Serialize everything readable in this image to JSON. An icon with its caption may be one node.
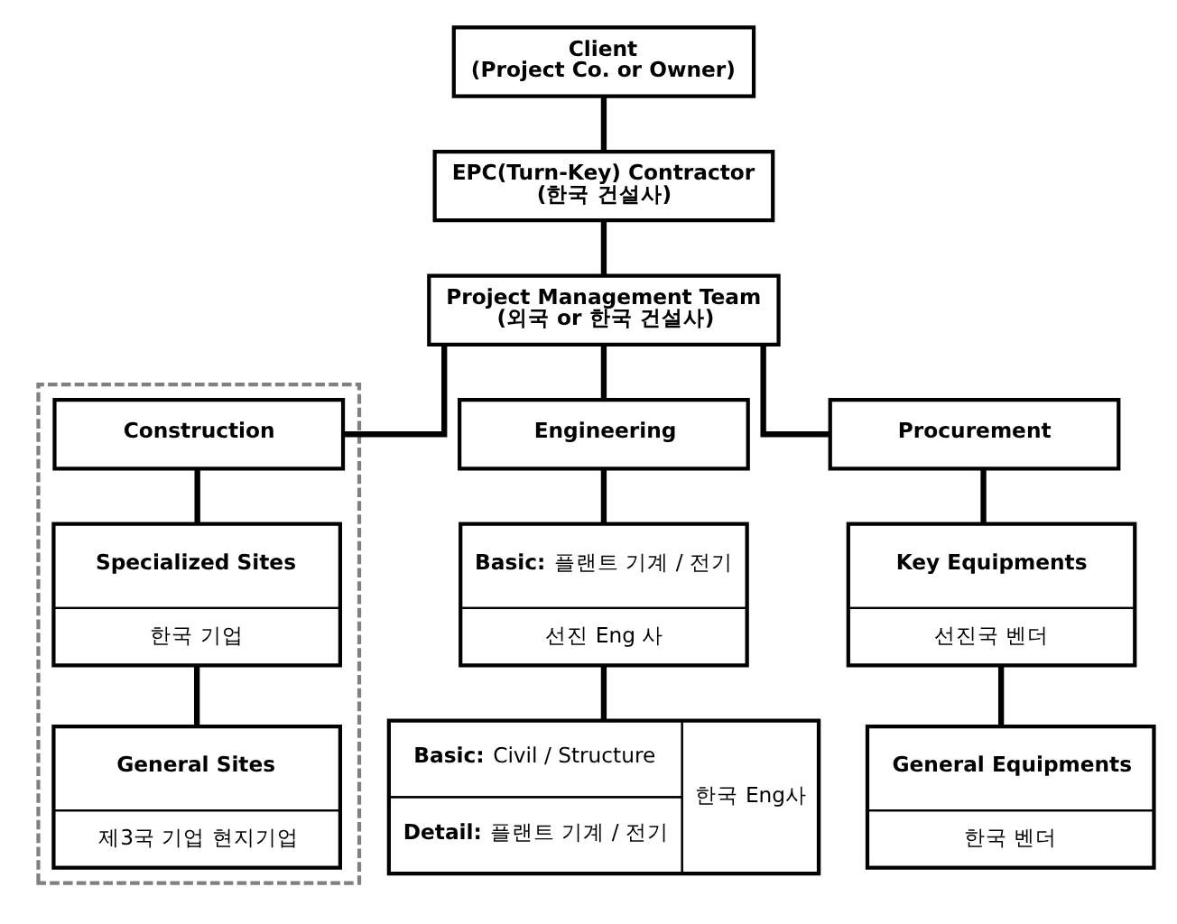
{
  "diagram": {
    "nodes": [
      {
        "text": [
          "Client",
          "(Project Co. or Owner)"
        ]
      },
      {
        "text": [
          "EPC(Turn-Key) Contractor",
          "(한국 건설사)"
        ]
      },
      {
        "text": [
          "Project Management Team",
          "(외국 or 한국 건설사)"
        ]
      },
      {
        "text": [
          "Engineering"
        ]
      },
      {
        "text": [
          "Procurement"
        ]
      },
      {
        "text": [],
        "shape": "box"
      },
      {
        "text": [
          "Construction"
        ],
        "in": 5
      },
      {
        "text": [
          "**Basic:** 플랜트 기계 / 전기",
          "선진 Eng 사"
        ]
      },
      {
        "text": [
          "Key Equipments",
          "선진국 벤더"
        ]
      },
      {
        "text": [
          "Specialized Sites",
          "한국 기업"
        ],
        "in": 5
      },
      {
        "text": [
          "**Basic:** Civil / Structure",
          "**Detail:** 플랜트 기계 / 전기",
          "한국 Eng사"
        ]
      },
      {
        "text": [
          "General Equipments",
          "한국 벤더"
        ]
      },
      {
        "text": [
          "General Sites",
          "제3국 기업 현지기업"
        ],
        "in": 5
      }
    ],
    "edges": [
      {
        "from": 0,
        "to": 1,
        "arrow": "none"
      },
      {
        "from": 1,
        "to": 2,
        "arrow": "none"
      },
      {
        "from": 2,
        "to": 3,
        "arrow": "none"
      },
      {
        "from": 2,
        "to": 4,
        "arrow": "none"
      },
      {
        "from": 2,
        "to": 6,
        "arrow": "none"
      },
      {
        "from": 3,
        "to": 7,
        "arrow": "none"
      },
      {
        "from": 4,
        "to": 8,
        "arrow": "none"
      },
      {
        "from": 6,
        "to": 9,
        "arrow": "none"
      },
      {
        "from": 7,
        "to": 10,
        "arrow": "none"
      },
      {
        "from": 8,
        "to": 11,
        "arrow": "none"
      },
      {
        "from": 9,
        "to": 12,
        "arrow": "none"
      }
    ]
  }
}
